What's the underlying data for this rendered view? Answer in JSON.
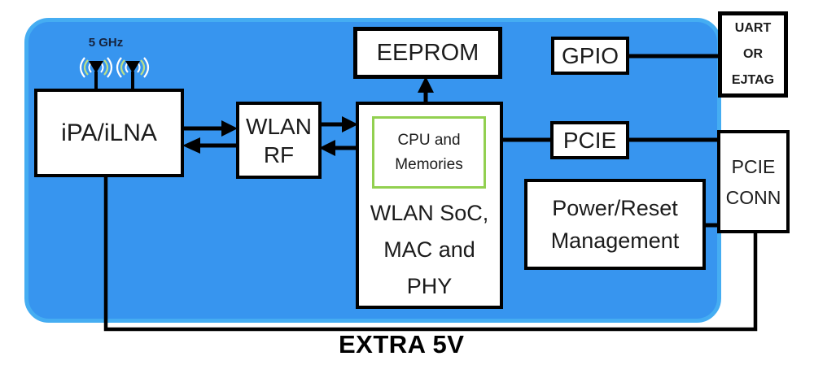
{
  "diagram": {
    "band_label": "5 GHz",
    "bottom_label": "EXTRA 5V",
    "colors": {
      "board_fill": "#3795EF",
      "board_edge": "#45ADF2",
      "cpu_box_border": "#92D050",
      "wire": "#000000",
      "box_fill": "#FFFFFF",
      "box_border": "#000000"
    },
    "blocks": {
      "ipa_ilna": {
        "label": "iPA/iLNA"
      },
      "wlan_rf": {
        "lines": [
          "WLAN",
          "RF"
        ]
      },
      "eeprom": {
        "label": "EEPROM"
      },
      "cpu_memories": {
        "lines": [
          "CPU and",
          "Memories"
        ]
      },
      "wlan_soc": {
        "lines": [
          "WLAN SoC,",
          "MAC and",
          "PHY"
        ]
      },
      "gpio": {
        "label": "GPIO"
      },
      "uart_ejtag": {
        "lines": [
          "UART",
          "OR",
          "EJTAG"
        ]
      },
      "pcie": {
        "label": "PCIE"
      },
      "pcie_conn": {
        "lines": [
          "PCIE",
          "CONN"
        ]
      },
      "power_reset": {
        "lines": [
          "Power/Reset",
          "Management"
        ]
      }
    }
  }
}
